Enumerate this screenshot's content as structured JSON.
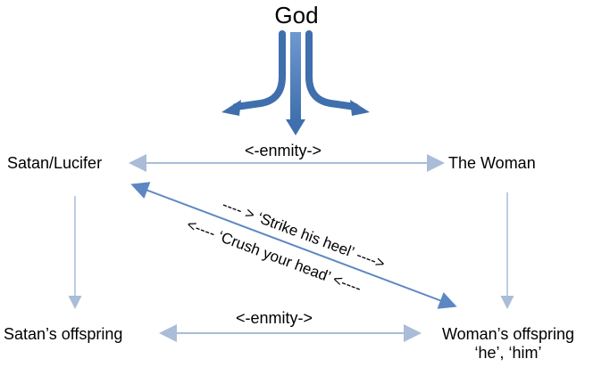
{
  "diagram": {
    "title": "God",
    "nodes": {
      "satan": "Satan/Lucifer",
      "woman": "The Woman",
      "satan_offspring": "Satan’s offspring",
      "woman_offspring": "Woman’s offspring",
      "woman_offspring_sub": "‘he’, ‘him’"
    },
    "edges": {
      "top_enmity": "<-enmity->",
      "bottom_enmity": "<-enmity->",
      "strike": "---- > ‘Strike his heel’ ---->",
      "crush": "<---- ‘Crush your head’ <----"
    }
  },
  "colors": {
    "god_arrow": "#3f6fad",
    "connector": "#a9bcd8",
    "diagonal": "#5d87c2",
    "text": "#000000"
  }
}
